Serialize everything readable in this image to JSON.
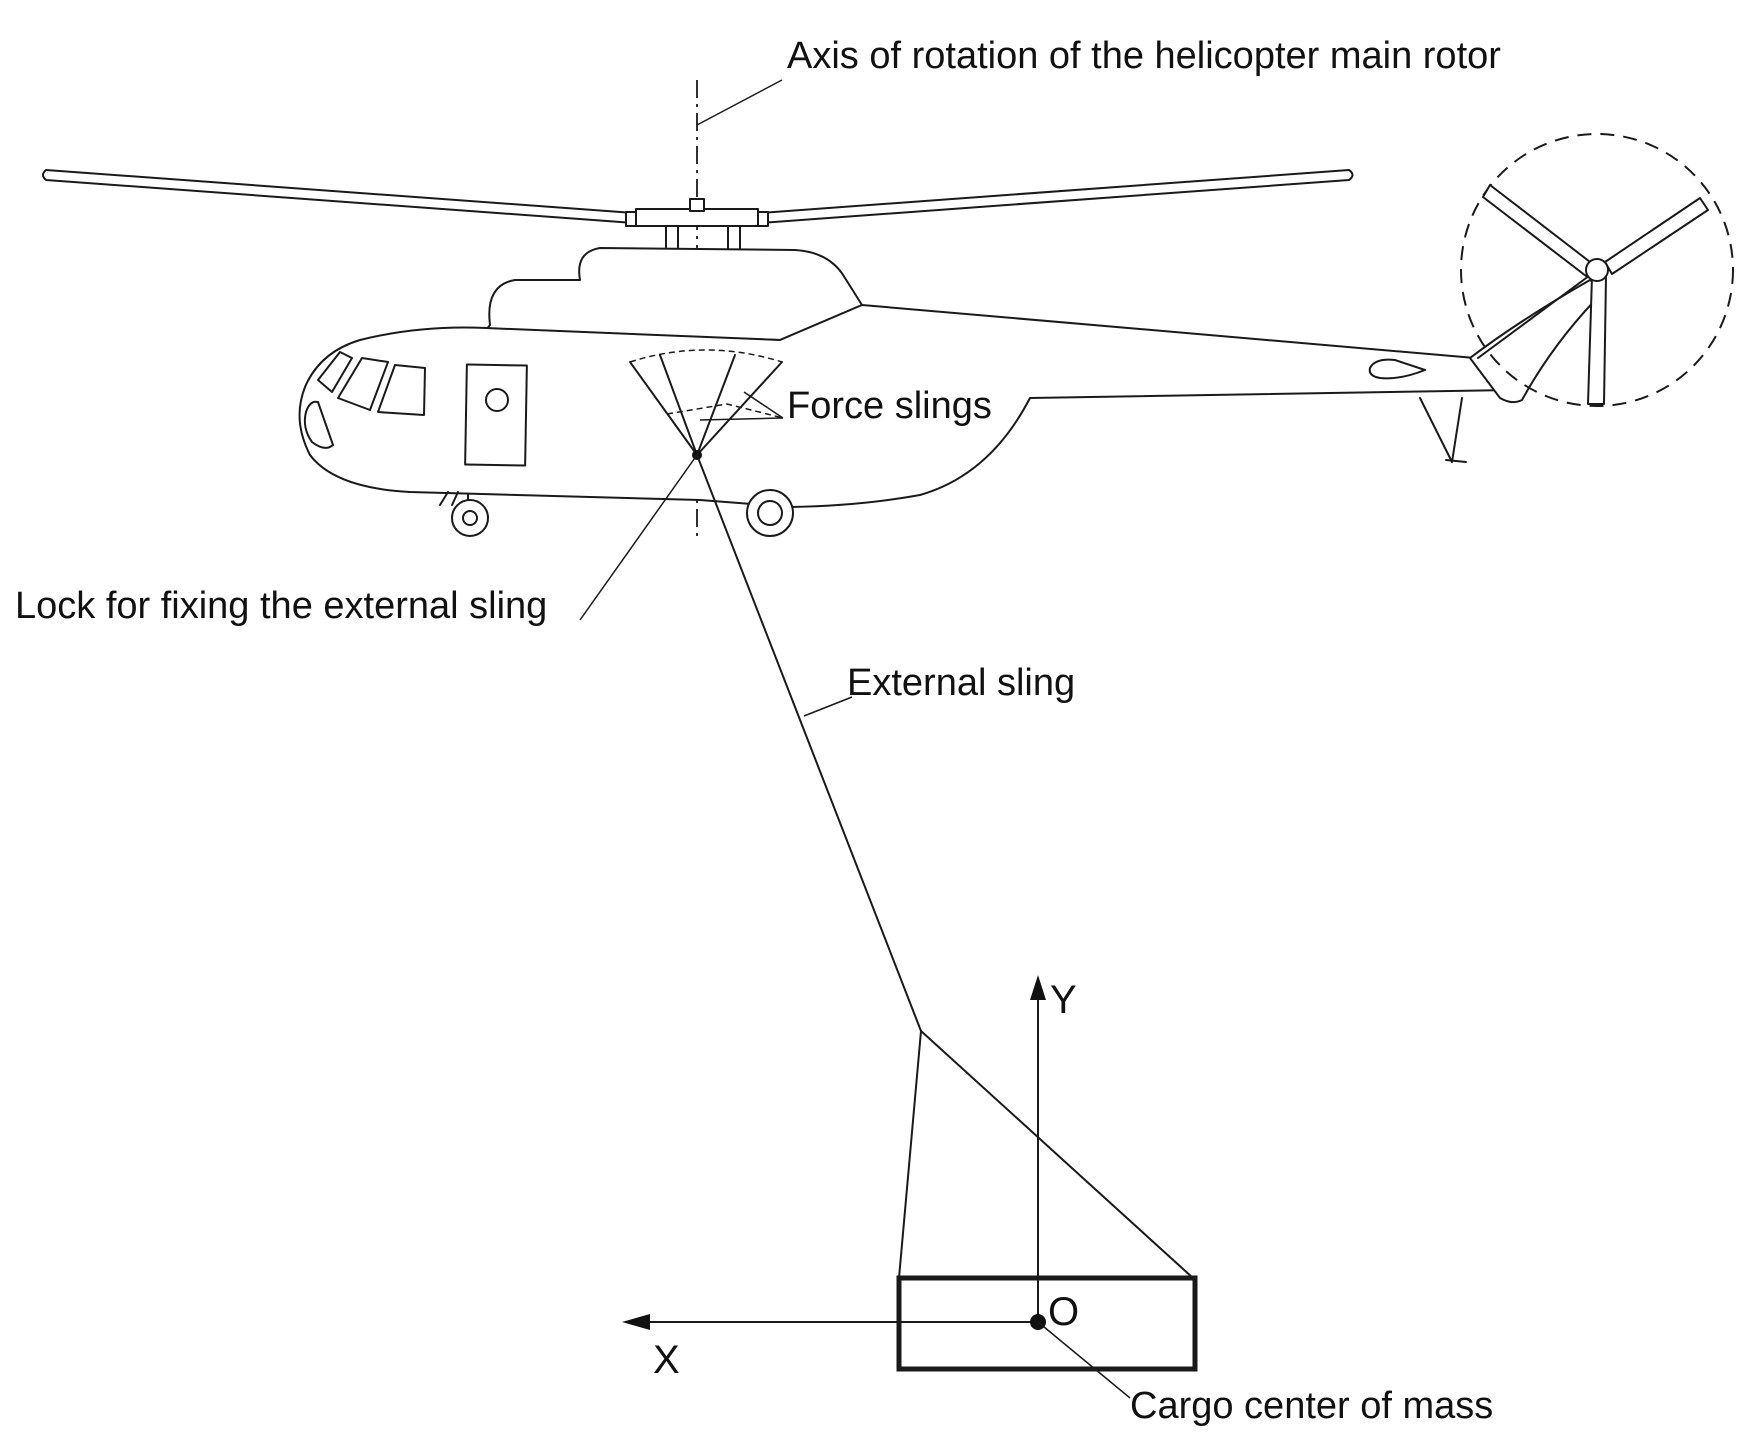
{
  "labels": {
    "rotor_axis": "Axis of rotation of the helicopter main rotor",
    "force_slings": "Force slings",
    "lock": "Lock for fixing the external sling",
    "external_sling": "External sling",
    "cargo_cm": "Cargo center of mass"
  },
  "axes": {
    "x": "X",
    "y": "Y",
    "origin": "O"
  }
}
